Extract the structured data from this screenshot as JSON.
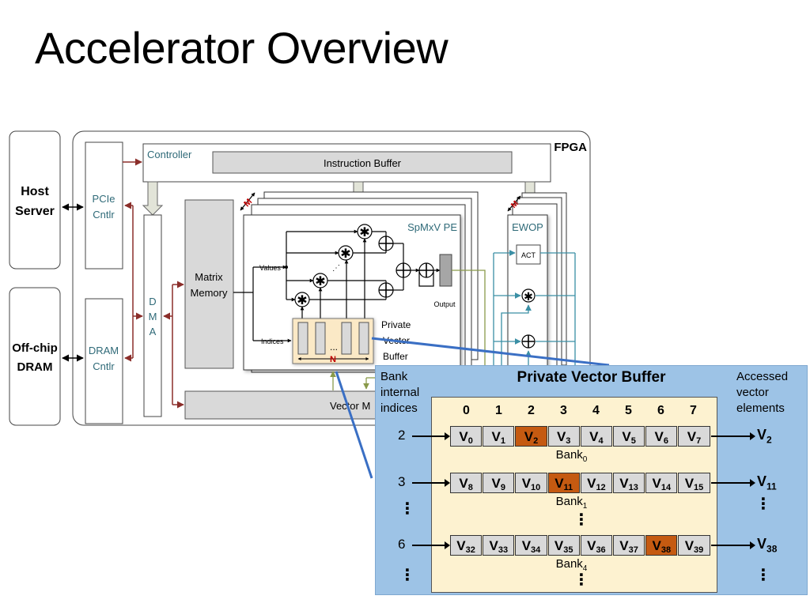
{
  "slide": {
    "title": "Accelerator Overview"
  },
  "diagram": {
    "external": {
      "host_server": [
        "Host",
        "Server"
      ],
      "offchip_dram": [
        "Off-chip",
        "DRAM"
      ]
    },
    "fpga_label": "FPGA",
    "pcie_cntlr": [
      "PCIe",
      "Cntlr"
    ],
    "dram_cntlr": [
      "DRAM",
      "Cntlr"
    ],
    "dma": [
      "D",
      "M",
      "A"
    ],
    "controller": "Controller",
    "instruction_buffer": "Instruction Buffer",
    "matrix_memory": [
      "Matrix",
      "Memory"
    ],
    "vector_memory": "Vector M",
    "replication_label_m": "M",
    "spmxv_pe": {
      "label": "SpMxV PE",
      "values_label": "Values",
      "indices_label": "Indices",
      "output_label": "Output",
      "pvb_label": [
        "Private",
        "Vector",
        "Buffer"
      ],
      "pvb_width_label": "N",
      "ellipsis": "..."
    },
    "ewop": {
      "label": "EWOP",
      "act_label": "ACT"
    },
    "colors": {
      "teal_text": "#2f6a78",
      "red_arrow": "#8b2e2a",
      "olive_line": "#8a9a4a",
      "teal_line": "#3a8fa5",
      "blue_pointer": "#3a6fc4",
      "box_gray": "#d9d9d9",
      "pvb_fill": "#fbe9c6",
      "highlight": "#c55a11",
      "inset_bg": "#9dc3e6"
    }
  },
  "inset": {
    "title": "Private Vector Buffer",
    "left_header": [
      "Bank",
      "internal",
      "indices"
    ],
    "right_header": [
      "Accessed",
      "vector",
      "elements"
    ],
    "column_indices": [
      "0",
      "1",
      "2",
      "3",
      "4",
      "5",
      "6",
      "7"
    ],
    "banks": [
      {
        "name": "Bank",
        "sub": "0",
        "index": "2",
        "cells": [
          {
            "base": "V",
            "sub": "0"
          },
          {
            "base": "V",
            "sub": "1"
          },
          {
            "base": "V",
            "sub": "2"
          },
          {
            "base": "V",
            "sub": "3"
          },
          {
            "base": "V",
            "sub": "4"
          },
          {
            "base": "V",
            "sub": "5"
          },
          {
            "base": "V",
            "sub": "6"
          },
          {
            "base": "V",
            "sub": "7"
          }
        ],
        "highlight": 2,
        "output": {
          "base": "V",
          "sub": "2"
        }
      },
      {
        "name": "Bank",
        "sub": "1",
        "index": "3",
        "cells": [
          {
            "base": "V",
            "sub": "8"
          },
          {
            "base": "V",
            "sub": "9"
          },
          {
            "base": "V",
            "sub": "10"
          },
          {
            "base": "V",
            "sub": "11"
          },
          {
            "base": "V",
            "sub": "12"
          },
          {
            "base": "V",
            "sub": "13"
          },
          {
            "base": "V",
            "sub": "14"
          },
          {
            "base": "V",
            "sub": "15"
          }
        ],
        "highlight": 3,
        "output": {
          "base": "V",
          "sub": "11"
        }
      },
      {
        "name": "Bank",
        "sub": "4",
        "index": "6",
        "cells": [
          {
            "base": "V",
            "sub": "32"
          },
          {
            "base": "V",
            "sub": "33"
          },
          {
            "base": "V",
            "sub": "34"
          },
          {
            "base": "V",
            "sub": "35"
          },
          {
            "base": "V",
            "sub": "36"
          },
          {
            "base": "V",
            "sub": "37"
          },
          {
            "base": "V",
            "sub": "38"
          },
          {
            "base": "V",
            "sub": "39"
          }
        ],
        "highlight": 6,
        "output": {
          "base": "V",
          "sub": "38"
        }
      }
    ],
    "vdots": "⋮"
  }
}
